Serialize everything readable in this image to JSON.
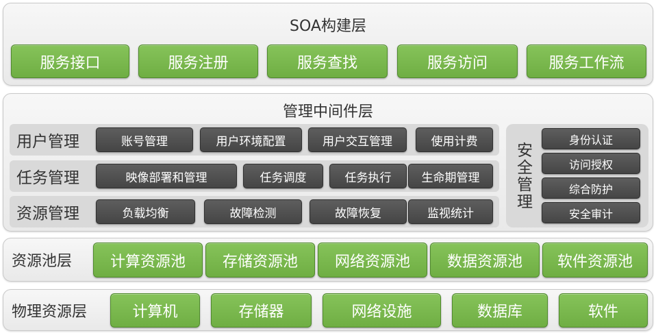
{
  "soa_layer": {
    "title": "SOA构建层",
    "items": [
      "服务接口",
      "服务注册",
      "服务查找",
      "服务访问",
      "服务工作流"
    ]
  },
  "middleware_layer": {
    "title": "管理中间件层",
    "rows": [
      {
        "label": "用户管理",
        "items": [
          "账号管理",
          "用户环境配置",
          "用户交互管理",
          "使用计费"
        ]
      },
      {
        "label": "任务管理",
        "items": [
          "映像部署和管理",
          "任务调度",
          "任务执行",
          "生命期管理"
        ]
      },
      {
        "label": "资源管理",
        "items": [
          "负载均衡",
          "故障检测",
          "故障恢复",
          "监视统计"
        ]
      }
    ],
    "security": {
      "label": "安全管理",
      "items": [
        "身份认证",
        "访问授权",
        "综合防护",
        "安全审计"
      ]
    }
  },
  "pool_layer": {
    "title": "资源池层",
    "items": [
      "计算资源池",
      "存储资源池",
      "网络资源池",
      "数据资源池",
      "软件资源池"
    ]
  },
  "physical_layer": {
    "title": "物理资源层",
    "items": [
      "计算机",
      "存储器",
      "网络设施",
      "数据库",
      "软件"
    ]
  },
  "colors": {
    "green_box": "#77b84b",
    "dark_box": "#4f4f4f",
    "layer_bg": "#efefef",
    "row_bg": "#d9d9d9"
  }
}
